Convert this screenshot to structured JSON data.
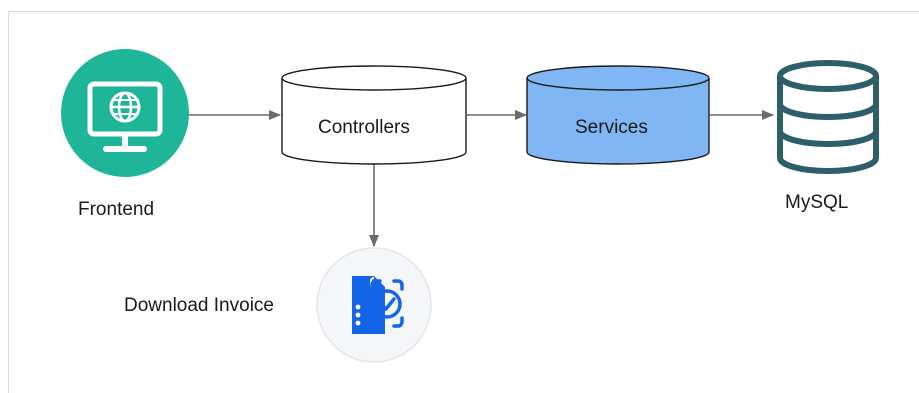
{
  "diagram": {
    "nodes": {
      "frontend": {
        "label": "Frontend",
        "icon": "monitor-globe-icon",
        "color": "#1fb598"
      },
      "controllers": {
        "label": "Controllers",
        "fill": "#ffffff"
      },
      "services": {
        "label": "Services",
        "fill": "#7fb6f3"
      },
      "mysql": {
        "label": "MySQL",
        "icon": "database-icon",
        "color": "#2d5f6a"
      },
      "download_invoice": {
        "label": "Download Invoice",
        "icon": "invoice-check-icon",
        "color": "#1565e8"
      }
    },
    "edges": [
      {
        "from": "Frontend",
        "to": "Controllers"
      },
      {
        "from": "Controllers",
        "to": "Services"
      },
      {
        "from": "Services",
        "to": "MySQL"
      },
      {
        "from": "Controllers",
        "to": "Download Invoice"
      }
    ]
  }
}
